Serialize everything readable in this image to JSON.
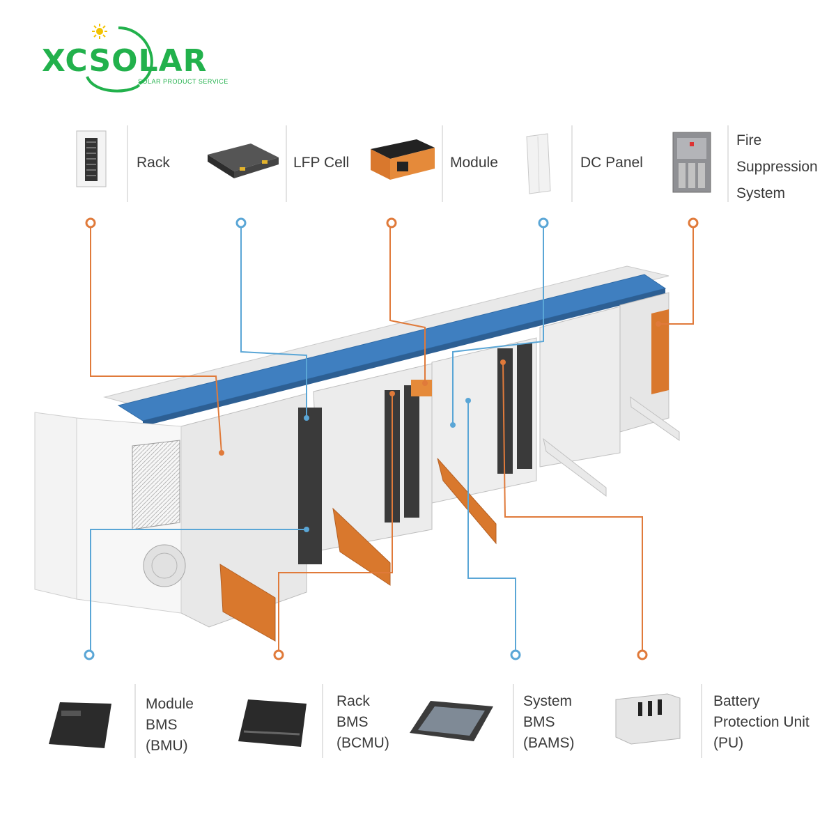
{
  "brand": {
    "name": "XCSOLAR",
    "tagline": "SOLAR PRODUCT SERVICE"
  },
  "top_components": [
    {
      "label": "Rack",
      "icon": "rack-icon"
    },
    {
      "label": "LFP Cell",
      "icon": "lfp-cell-icon"
    },
    {
      "label": "Module",
      "icon": "module-icon"
    },
    {
      "label": "DC Panel",
      "icon": "dc-panel-icon"
    },
    {
      "label_lines": [
        "Fire",
        "Suppression",
        "System"
      ],
      "icon": "fire-suppression-icon"
    }
  ],
  "bottom_components": [
    {
      "label_lines": [
        "Module",
        "BMS",
        "(BMU)"
      ],
      "icon": "module-bms-icon"
    },
    {
      "label_lines": [
        "Rack",
        "BMS",
        "(BCMU)"
      ],
      "icon": "rack-bms-icon"
    },
    {
      "label_lines": [
        "System",
        "BMS",
        "(BAMS)"
      ],
      "icon": "system-bms-icon"
    },
    {
      "label_lines": [
        "Battery",
        "Protection Unit",
        "(PU)"
      ],
      "icon": "protection-unit-icon"
    }
  ],
  "colors": {
    "brand_green": "#22b14c",
    "orange_leader": "#e07a3a",
    "blue_leader": "#5aa6d6",
    "roof_blue": "#3f7fc0"
  }
}
